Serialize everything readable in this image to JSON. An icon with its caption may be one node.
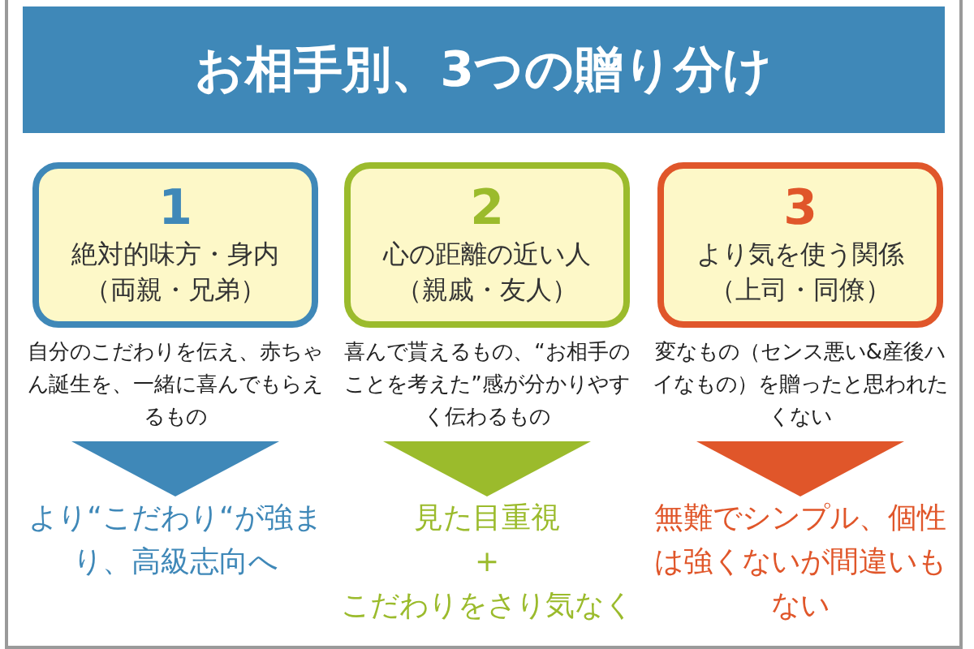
{
  "diagram": {
    "title": "お相手別、3つの贈り分け",
    "nodes": [
      {
        "text": [
          "1",
          "絶対的味方・身内",
          "（両親・兄弟）"
        ]
      },
      {
        "text": [
          "2",
          "心の距離の近い人",
          "（親戚・友人）"
        ]
      },
      {
        "text": [
          "3",
          "より気を使う関係",
          "（上司・同僚）"
        ]
      },
      {
        "text": [
          "自分のこだわりを伝え、赤ちゃん誕生を、一緒に喜んでもらえるもの"
        ]
      },
      {
        "text": [
          "喜んで貰えるもの、“お相手のことを考えた”感が分かりやすく伝わるもの"
        ]
      },
      {
        "text": [
          "変なもの（センス悪い&産後ハイなもの）を贈ったと思われたくない"
        ]
      },
      {
        "text": [
          "より“こだわり“が強まり、高級志向へ"
        ]
      },
      {
        "text": [
          "見た目重視",
          "+",
          "こだわりをさり気なく"
        ]
      },
      {
        "text": [
          "無難でシンプル、個性は強くないが間違いもない"
        ]
      }
    ],
    "edges": [
      {
        "from": 3,
        "to": 6,
        "arrow": "to",
        "color": "#3f88b8"
      },
      {
        "from": 4,
        "to": 7,
        "arrow": "to",
        "color": "#9bbb2c"
      },
      {
        "from": 5,
        "to": 8,
        "arrow": "to",
        "color": "#e0562a"
      }
    ]
  }
}
